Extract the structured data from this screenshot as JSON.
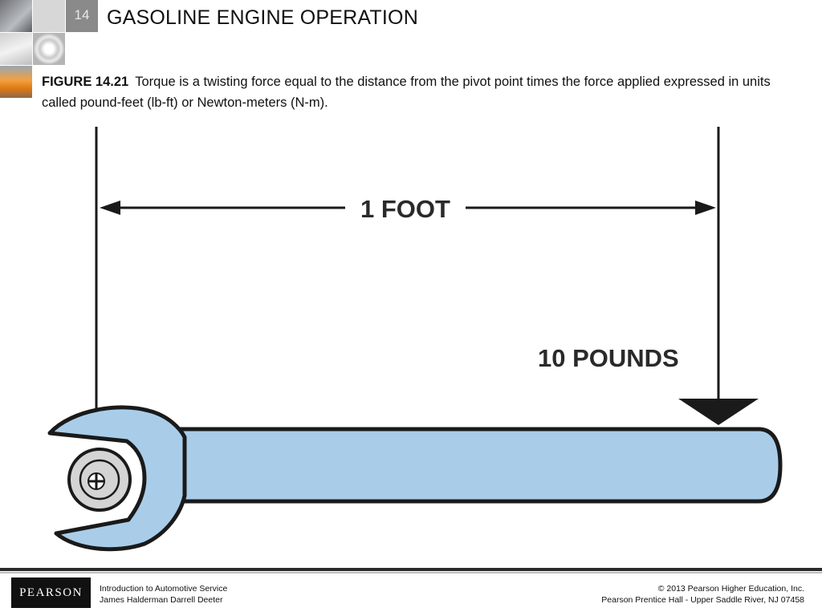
{
  "header": {
    "chapter_number": "14",
    "title": "GASOLINE ENGINE OPERATION"
  },
  "caption": {
    "figure_label": "FIGURE 14.21",
    "text": "Torque is a twisting force equal to the distance from the pivot point times the force applied expressed in units called pound-feet (lb-ft) or Newton-meters (N-m)."
  },
  "figure": {
    "distance_label": "1 FOOT",
    "force_label": "10 POUNDS",
    "colors": {
      "wrench_fill": "#a9cde9",
      "outline": "#1a1a1a",
      "bolt_fill": "#d4d4d4"
    }
  },
  "footer": {
    "logo": "PEARSON",
    "book_title": "Introduction to Automotive Service",
    "authors": "James Halderman  Darrell Deeter",
    "copyright": "© 2013  Pearson Higher Education, Inc.",
    "publisher": "Pearson Prentice Hall - Upper Saddle River, NJ 07458"
  }
}
